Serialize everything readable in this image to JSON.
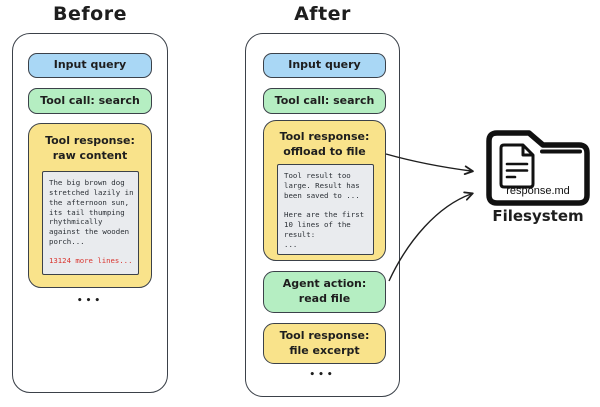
{
  "titles": {
    "before": "Before",
    "after": "After"
  },
  "before": {
    "input_label": "Input query",
    "tool_call_label": "Tool call: search",
    "tool_response_label": "Tool response:\nraw content",
    "raw_content": "The big brown dog\nstretched lazily in\nthe afternoon sun,\nits tail thumping\nrhythmically\nagainst the wooden\nporch...",
    "more_lines": "13124 more lines...",
    "ellipsis": "•••"
  },
  "after": {
    "input_label": "Input query",
    "tool_call_label": "Tool call: search",
    "offload_label": "Tool response:\noffload to file",
    "offload_content": "Tool result too\nlarge. Result has\nbeen saved to ...\n\nHere are the first\n10 lines of the\nresult:\n...",
    "agent_action_label": "Agent action:\nread file",
    "file_excerpt_label": "Tool response:\nfile excerpt",
    "ellipsis": "•••"
  },
  "filesystem": {
    "file_name": "response.md",
    "label": "Filesystem"
  },
  "colors": {
    "blue": "#a9d7f5",
    "green": "#b5eec2",
    "yellow": "#f9e38b",
    "gray_fill": "#e9ebee",
    "red": "#d9352f",
    "stroke": "#3b4149",
    "ink": "#1e1e1e"
  }
}
